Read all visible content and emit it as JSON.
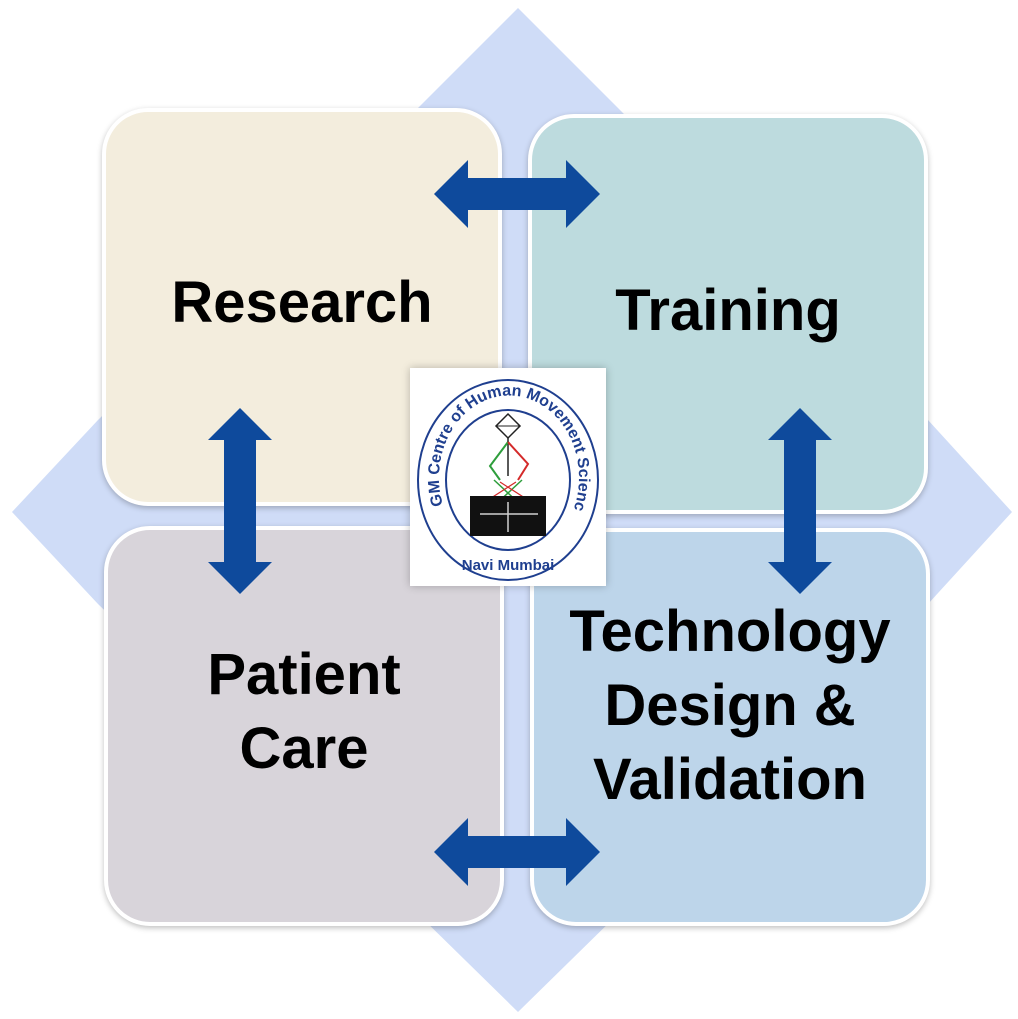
{
  "diagram": {
    "quadrants": [
      {
        "id": "research",
        "label": "Research",
        "color": "#F3EDDD"
      },
      {
        "id": "training",
        "label": "Training",
        "color": "#BDDBDE"
      },
      {
        "id": "patient",
        "label": "Patient\nCare",
        "color": "#D8D4DA"
      },
      {
        "id": "tech",
        "label": "Technology\nDesign &\nValidation",
        "color": "#BDD5EA"
      }
    ],
    "background_diamond_color": "#CFDCF7",
    "arrow_color": "#0E4A9C",
    "logo": {
      "arc_text": "MGM Centre of Human Movement Science",
      "bottom_text": "Navi Mumbai"
    }
  }
}
